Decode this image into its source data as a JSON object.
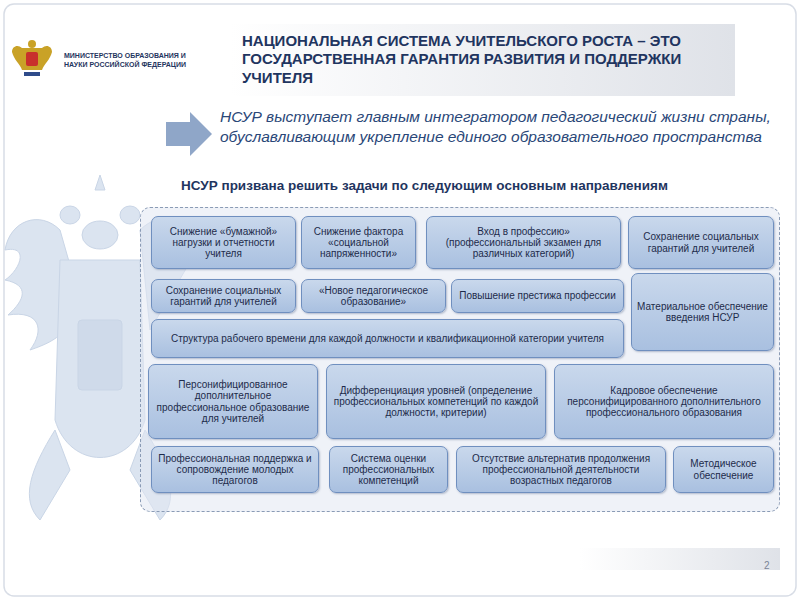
{
  "diagram": {
    "title": "НАЦИОНАЛЬНАЯ СИСТЕМА УЧИТЕЛЬСКОГО РОСТА – ЭТО ГОСУДАРСТВЕННАЯ ГАРАНТИЯ РАЗВИТИЯ И ПОДДЕРЖКИ УЧИТЕЛЯ",
    "nodes": [
      {
        "text": [
          "НСУР призвана решить задачи по следующим основным направлениям"
        ]
      },
      {
        "text": [
          "Снижение «бумажной» нагрузки и отчетности учителя"
        ],
        "in": 0
      },
      {
        "text": [
          "Снижение фактора «социальной напряженности»"
        ],
        "in": 0
      },
      {
        "text": [
          "Вход в профессию» (профессиональный экзамен для различных категорий)"
        ],
        "in": 0
      },
      {
        "text": [
          "Сохранение социальных гарантий для учителей"
        ],
        "in": 0
      },
      {
        "text": [
          "Сохранение социальных гарантий для учителей"
        ],
        "in": 0
      },
      {
        "text": [
          "«Новое педагогическое образование»"
        ],
        "in": 0
      },
      {
        "text": [
          "Повышение престижа профессии"
        ],
        "in": 0
      },
      {
        "text": [
          "Материальное обеспечение введения НСУР"
        ],
        "in": 0
      },
      {
        "text": [
          "Структура рабочего времени для каждой должности и квалификационной категории учителя"
        ],
        "in": 0
      },
      {
        "text": [
          "Персонифицированное дополнительное профессиональное образование для учителей"
        ],
        "in": 0
      },
      {
        "text": [
          "Дифференциация уровней (определение профессиональных компетенций по каждой должности, критерии)"
        ],
        "in": 0
      },
      {
        "text": [
          "Кадровое обеспечение персонифицированного дополнительного профессионального образования"
        ],
        "in": 0
      },
      {
        "text": [
          "Профессиональная поддержка и сопровождение молодых педагогов"
        ],
        "in": 0
      },
      {
        "text": [
          "Система оценки профессиональных компетенций"
        ],
        "in": 0
      },
      {
        "text": [
          "Отсутствие альтернатив продолжения профессиональной деятельности возрастных педагогов"
        ],
        "in": 0
      },
      {
        "text": [
          "Методическое обеспечение"
        ],
        "in": 0
      }
    ],
    "labels": [
      "МИНИСТЕРСТВО ОБРАЗОВАНИЯ И НАУКИ РОССИЙСКОЙ ФЕДЕРАЦИИ",
      "НСУР выступает главным интегратором педагогический жизни страны, обуславливающим укрепление единого образовательного пространства",
      "2"
    ]
  }
}
